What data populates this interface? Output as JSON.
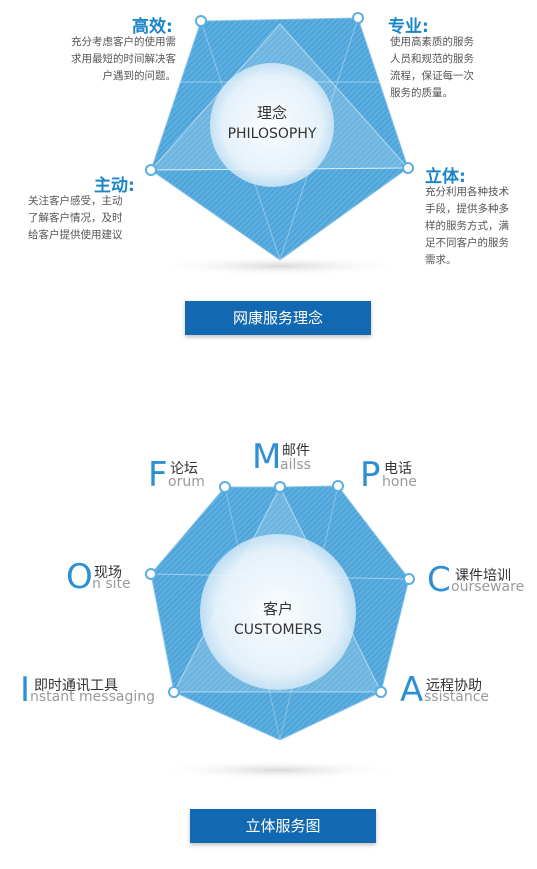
{
  "philosophy": {
    "center_zh": "理念",
    "center_en": "PHILOSOPHY",
    "button": "网康服务理念",
    "efficient": {
      "title": "高效:",
      "lines": [
        "充分考虑客户的使用需",
        "求用最短的时间解决客",
        "户遇到的问题。"
      ]
    },
    "professional": {
      "title": "专业:",
      "lines": [
        "使用高素质的服务",
        "人员和规范的服务",
        "流程，保证每一次",
        "服务的质量。"
      ]
    },
    "proactive": {
      "title": "主动:",
      "lines": [
        "关注客户感受，主动",
        "了解客户情况，及时",
        "给客户提供使用建议"
      ]
    },
    "threed": {
      "title": "立体:",
      "lines": [
        "充分利用各种技术",
        "手段，提供多种多",
        "样的服务方式，满",
        "足不同客户的服务",
        "需求。"
      ]
    }
  },
  "customers": {
    "center_zh": "客户",
    "center_en": "CUSTOMERS",
    "button": "立体服务图",
    "forum": {
      "letter": "F",
      "zh": "论坛",
      "en": "orum"
    },
    "mail": {
      "letter": "M",
      "zh": "邮件",
      "en": "ailss"
    },
    "phone": {
      "letter": "P",
      "zh": "电话",
      "en": "hone"
    },
    "onsite": {
      "letter": "O",
      "zh": "现场",
      "en": "n site"
    },
    "courseware": {
      "letter": "C",
      "zh": "课件培训",
      "en": "ourseware"
    },
    "instant": {
      "letter": "I",
      "zh": "即时通讯工具",
      "en": "nstant messaging"
    },
    "assist": {
      "letter": "A",
      "zh": "远程协助",
      "en": "ssistance"
    }
  },
  "colors": {
    "accent": "#1a86c8",
    "button": "#1369b1",
    "shape": "#4ea3d8"
  }
}
